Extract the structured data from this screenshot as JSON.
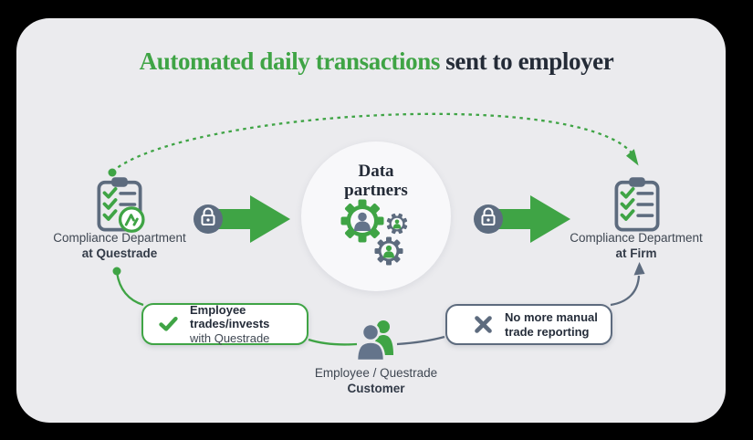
{
  "title": {
    "highlight": "Automated daily transactions",
    "rest": " sent to employer"
  },
  "left_node": {
    "icon": "clipboard-checklist-questrade-icon",
    "label_line1": "Compliance Department",
    "label_line2": "at Questrade"
  },
  "right_node": {
    "icon": "clipboard-checklist-icon",
    "label_line1": "Compliance Department",
    "label_line2": "at Firm"
  },
  "center_node": {
    "icon": "gears-with-people-icon",
    "title_line1": "Data",
    "title_line2": "partners"
  },
  "secure_transfer": {
    "left_arrow_icon": "lock-icon",
    "right_arrow_icon": "lock-icon"
  },
  "callout_left": {
    "icon": "checkmark-icon",
    "line1": "Employee trades/invests",
    "line2": "with Questrade"
  },
  "callout_right": {
    "icon": "x-mark-icon",
    "line1": "No more manual",
    "line2": "trade reporting"
  },
  "customer": {
    "icon": "two-people-icon",
    "label_line1": "Employee / Questrade",
    "label_line2": "Customer"
  },
  "colors": {
    "green": "#3FA445",
    "slate": "#5D6B7E",
    "dark_text": "#242B37",
    "body_text": "#3F4752",
    "card_background": "#EBEBEE",
    "circle_background": "#F8F8FA"
  }
}
